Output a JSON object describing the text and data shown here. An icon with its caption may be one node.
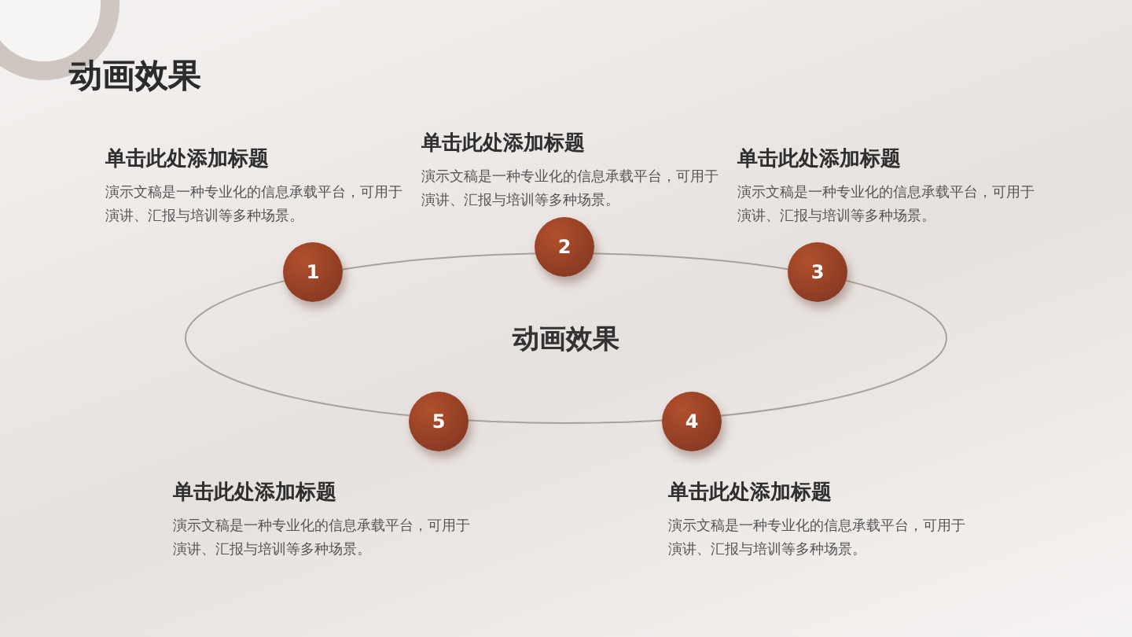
{
  "diagram": {
    "title": "动画效果",
    "nodes": [
      {
        "text": [
          "动画效果"
        ]
      },
      {
        "text": [
          "1"
        ],
        "beside": [
          "单击此处添加标题",
          "演示文稿是一种专业化的信息承载平台，可用于演讲、汇报与培训等多种场景。"
        ]
      },
      {
        "text": [
          "2"
        ],
        "beside": [
          "单击此处添加标题",
          "演示文稿是一种专业化的信息承载平台，可用于演讲、汇报与培训等多种场景。"
        ]
      },
      {
        "text": [
          "3"
        ],
        "beside": [
          "单击此处添加标题",
          "演示文稿是一种专业化的信息承载平台，可用于演讲、汇报与培训等多种场景。"
        ]
      },
      {
        "text": [
          "5"
        ],
        "beside": [
          "单击此处添加标题",
          "演示文稿是一种专业化的信息承载平台，可用于演讲、汇报与培训等多种场景。"
        ]
      },
      {
        "text": [
          "4"
        ],
        "beside": [
          "单击此处添加标题",
          "演示文稿是一种专业化的信息承载平台，可用于演讲、汇报与培训等多种场景。"
        ]
      }
    ],
    "edges": []
  }
}
